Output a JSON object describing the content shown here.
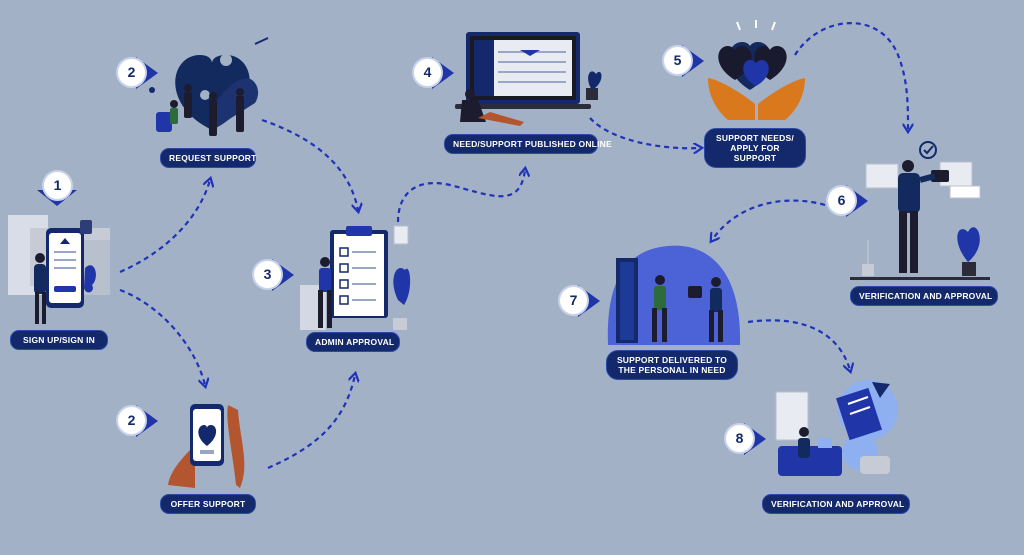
{
  "steps": [
    {
      "number": "1",
      "label": "SIGN UP/SIGN IN"
    },
    {
      "number": "2",
      "label": "REQUEST SUPPORT"
    },
    {
      "number": "2",
      "label": "OFFER SUPPORT"
    },
    {
      "number": "3",
      "label": "ADMIN APPROVAL"
    },
    {
      "number": "4",
      "label": "NEED/SUPPORT PUBLISHED ONLINE"
    },
    {
      "number": "5",
      "label": "SUPPORT NEEDS/ APPLY FOR SUPPORT"
    },
    {
      "number": "6",
      "label": "VERIFICATION AND APPROVAL"
    },
    {
      "number": "7",
      "label": "SUPPORT DELIVERED TO THE PERSONAL IN NEED"
    },
    {
      "number": "8",
      "label": "VERIFICATION AND APPROVAL"
    }
  ],
  "colors": {
    "background": "#a3b1c7",
    "label_fill": "#13296b",
    "accent_blue": "#2035a8",
    "navy": "#132a5e",
    "skin": "#b3552e",
    "connector": "#1f33b8"
  },
  "icons": [
    "phone-icon",
    "heart-puzzle-icon",
    "hand-phone-heart-icon",
    "clipboard-icon",
    "laptop-icon",
    "hands-hearts-icon",
    "dashboard-icon",
    "door-delivery-icon",
    "document-icon"
  ]
}
